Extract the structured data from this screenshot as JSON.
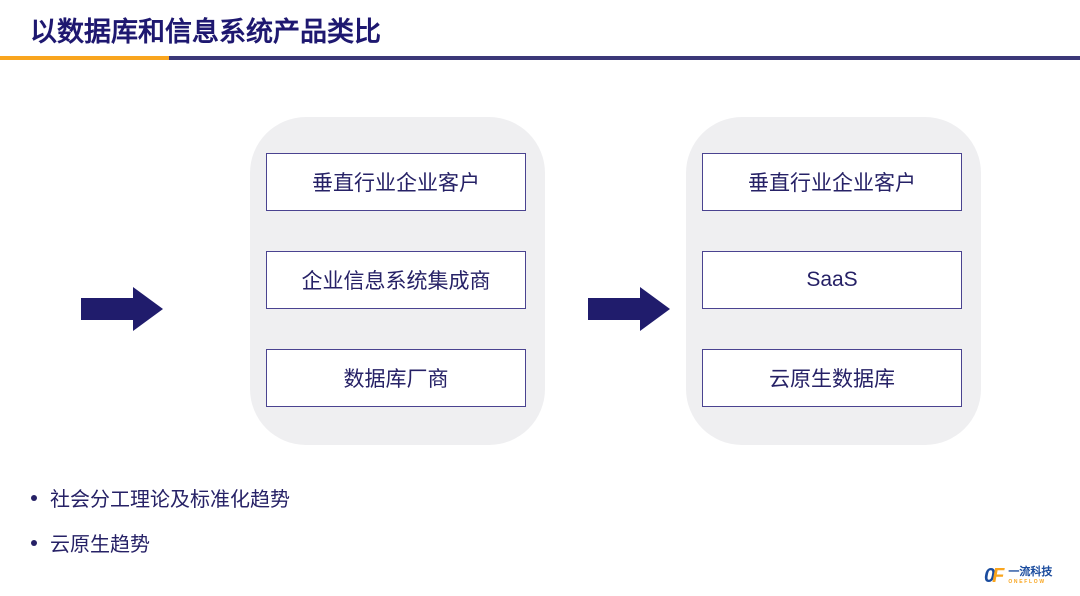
{
  "title": "以数据库和信息系统产品类比",
  "left_panel": {
    "items": [
      "垂直行业企业客户",
      "企业信息系统集成商",
      "数据库厂商"
    ]
  },
  "right_panel": {
    "items": [
      "垂直行业企业客户",
      "SaaS",
      "云原生数据库"
    ]
  },
  "bullets": [
    "社会分工理论及标准化趋势",
    "云原生趋势"
  ],
  "logo": {
    "monogram_o": "0",
    "monogram_f": "F",
    "name_cn": "一流科技",
    "name_en": "ONEFLOW"
  },
  "icons": {
    "arrow": "right-arrow"
  },
  "colors": {
    "title_navy": "#1E1870",
    "arrow_navy": "#201C6C",
    "divider_navy": "#3B3878",
    "accent_orange": "#F9A51E",
    "panel_gray": "#EFEFF1",
    "box_border": "#4A4390",
    "box_text": "#262166",
    "logo_blue": "#1B4C9E"
  }
}
